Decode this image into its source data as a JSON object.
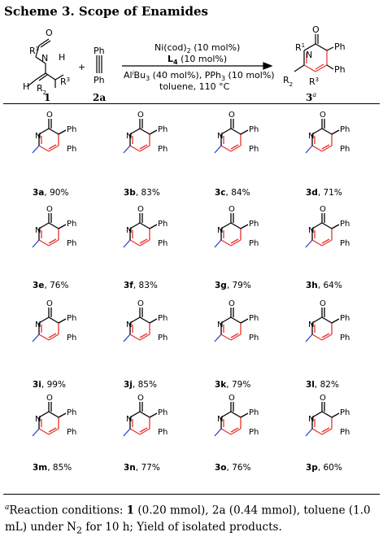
{
  "title": "Scheme 3. Scope of Enamides",
  "reaction": {
    "conditions_top_1": "Ni(cod)",
    "conditions_top_1_sub": "2",
    "conditions_top_1_tail": " (10 mol%)",
    "conditions_top_2": "L",
    "conditions_top_2_sub": "4",
    "conditions_top_2_tail": " (10 mol%)",
    "conditions_bottom_1_pre": "Al",
    "conditions_bottom_1_sup": "i",
    "conditions_bottom_1_post": "Bu",
    "conditions_bottom_1_sub": "3",
    "conditions_bottom_1_tail": " (40 mol%), PPh",
    "conditions_bottom_1_sub2": "3",
    "conditions_bottom_1_tail2": " (10 mol%)",
    "conditions_bottom_2": "toluene, 110 °C",
    "label_sm": "1",
    "label_alkyne": "2a",
    "label_product": "3",
    "label_product_sup": "a",
    "plus": "+"
  },
  "products": [
    {
      "id": "3a",
      "yield": "90%"
    },
    {
      "id": "3b",
      "yield": "83%"
    },
    {
      "id": "3c",
      "yield": "84%"
    },
    {
      "id": "3d",
      "yield": "71%"
    },
    {
      "id": "3e",
      "yield": "76%"
    },
    {
      "id": "3f",
      "yield": "83%"
    },
    {
      "id": "3g",
      "yield": "79%"
    },
    {
      "id": "3h",
      "yield": "64%"
    },
    {
      "id": "3i",
      "yield": "99%"
    },
    {
      "id": "3j",
      "yield": "85%"
    },
    {
      "id": "3k",
      "yield": "79%"
    },
    {
      "id": "3l",
      "yield": "82%"
    },
    {
      "id": "3m",
      "yield": "85%"
    },
    {
      "id": "3n",
      "yield": "77%"
    },
    {
      "id": "3o",
      "yield": "76%"
    },
    {
      "id": "3p",
      "yield": "60%"
    }
  ],
  "footnote": {
    "sup": "a",
    "text1": "Reaction conditions: ",
    "b1": "1",
    "text2": " (0.20 mmol), 2a (0.44 mmol), toluene (1.0 mL) under N",
    "sub": "2",
    "text3": " for 10 h; Yield of isolated products."
  },
  "colors": {
    "ring_red": "#e8312a",
    "substituent_blue": "#1a3ccc",
    "text": "#000000"
  }
}
